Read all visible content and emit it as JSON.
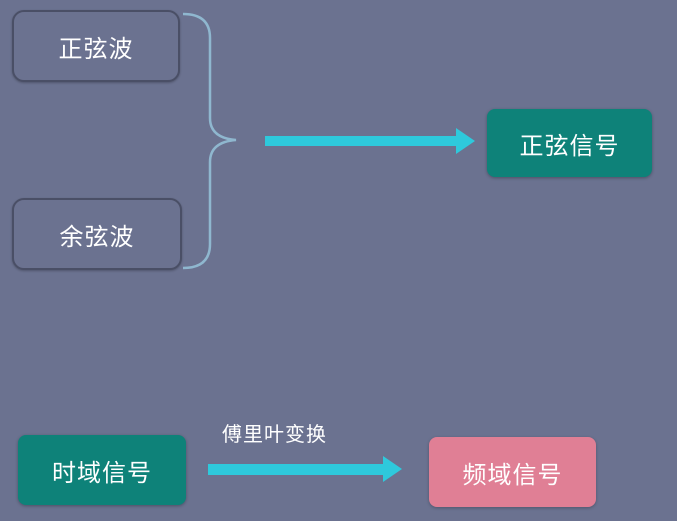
{
  "diagram": {
    "top_group": {
      "inputs": [
        {
          "label": "正弦波"
        },
        {
          "label": "余弦波"
        }
      ],
      "output": {
        "label": "正弦信号"
      }
    },
    "bottom_group": {
      "source": {
        "label": "时域信号"
      },
      "arrow_label": "傅里叶变换",
      "target": {
        "label": "频域信号"
      }
    }
  },
  "colors": {
    "background": "#6b7290",
    "arrow": "#2ec9dc",
    "teal_box": "#0e8279",
    "pink_box": "#e07f95",
    "brace": "#8fb7cf"
  }
}
